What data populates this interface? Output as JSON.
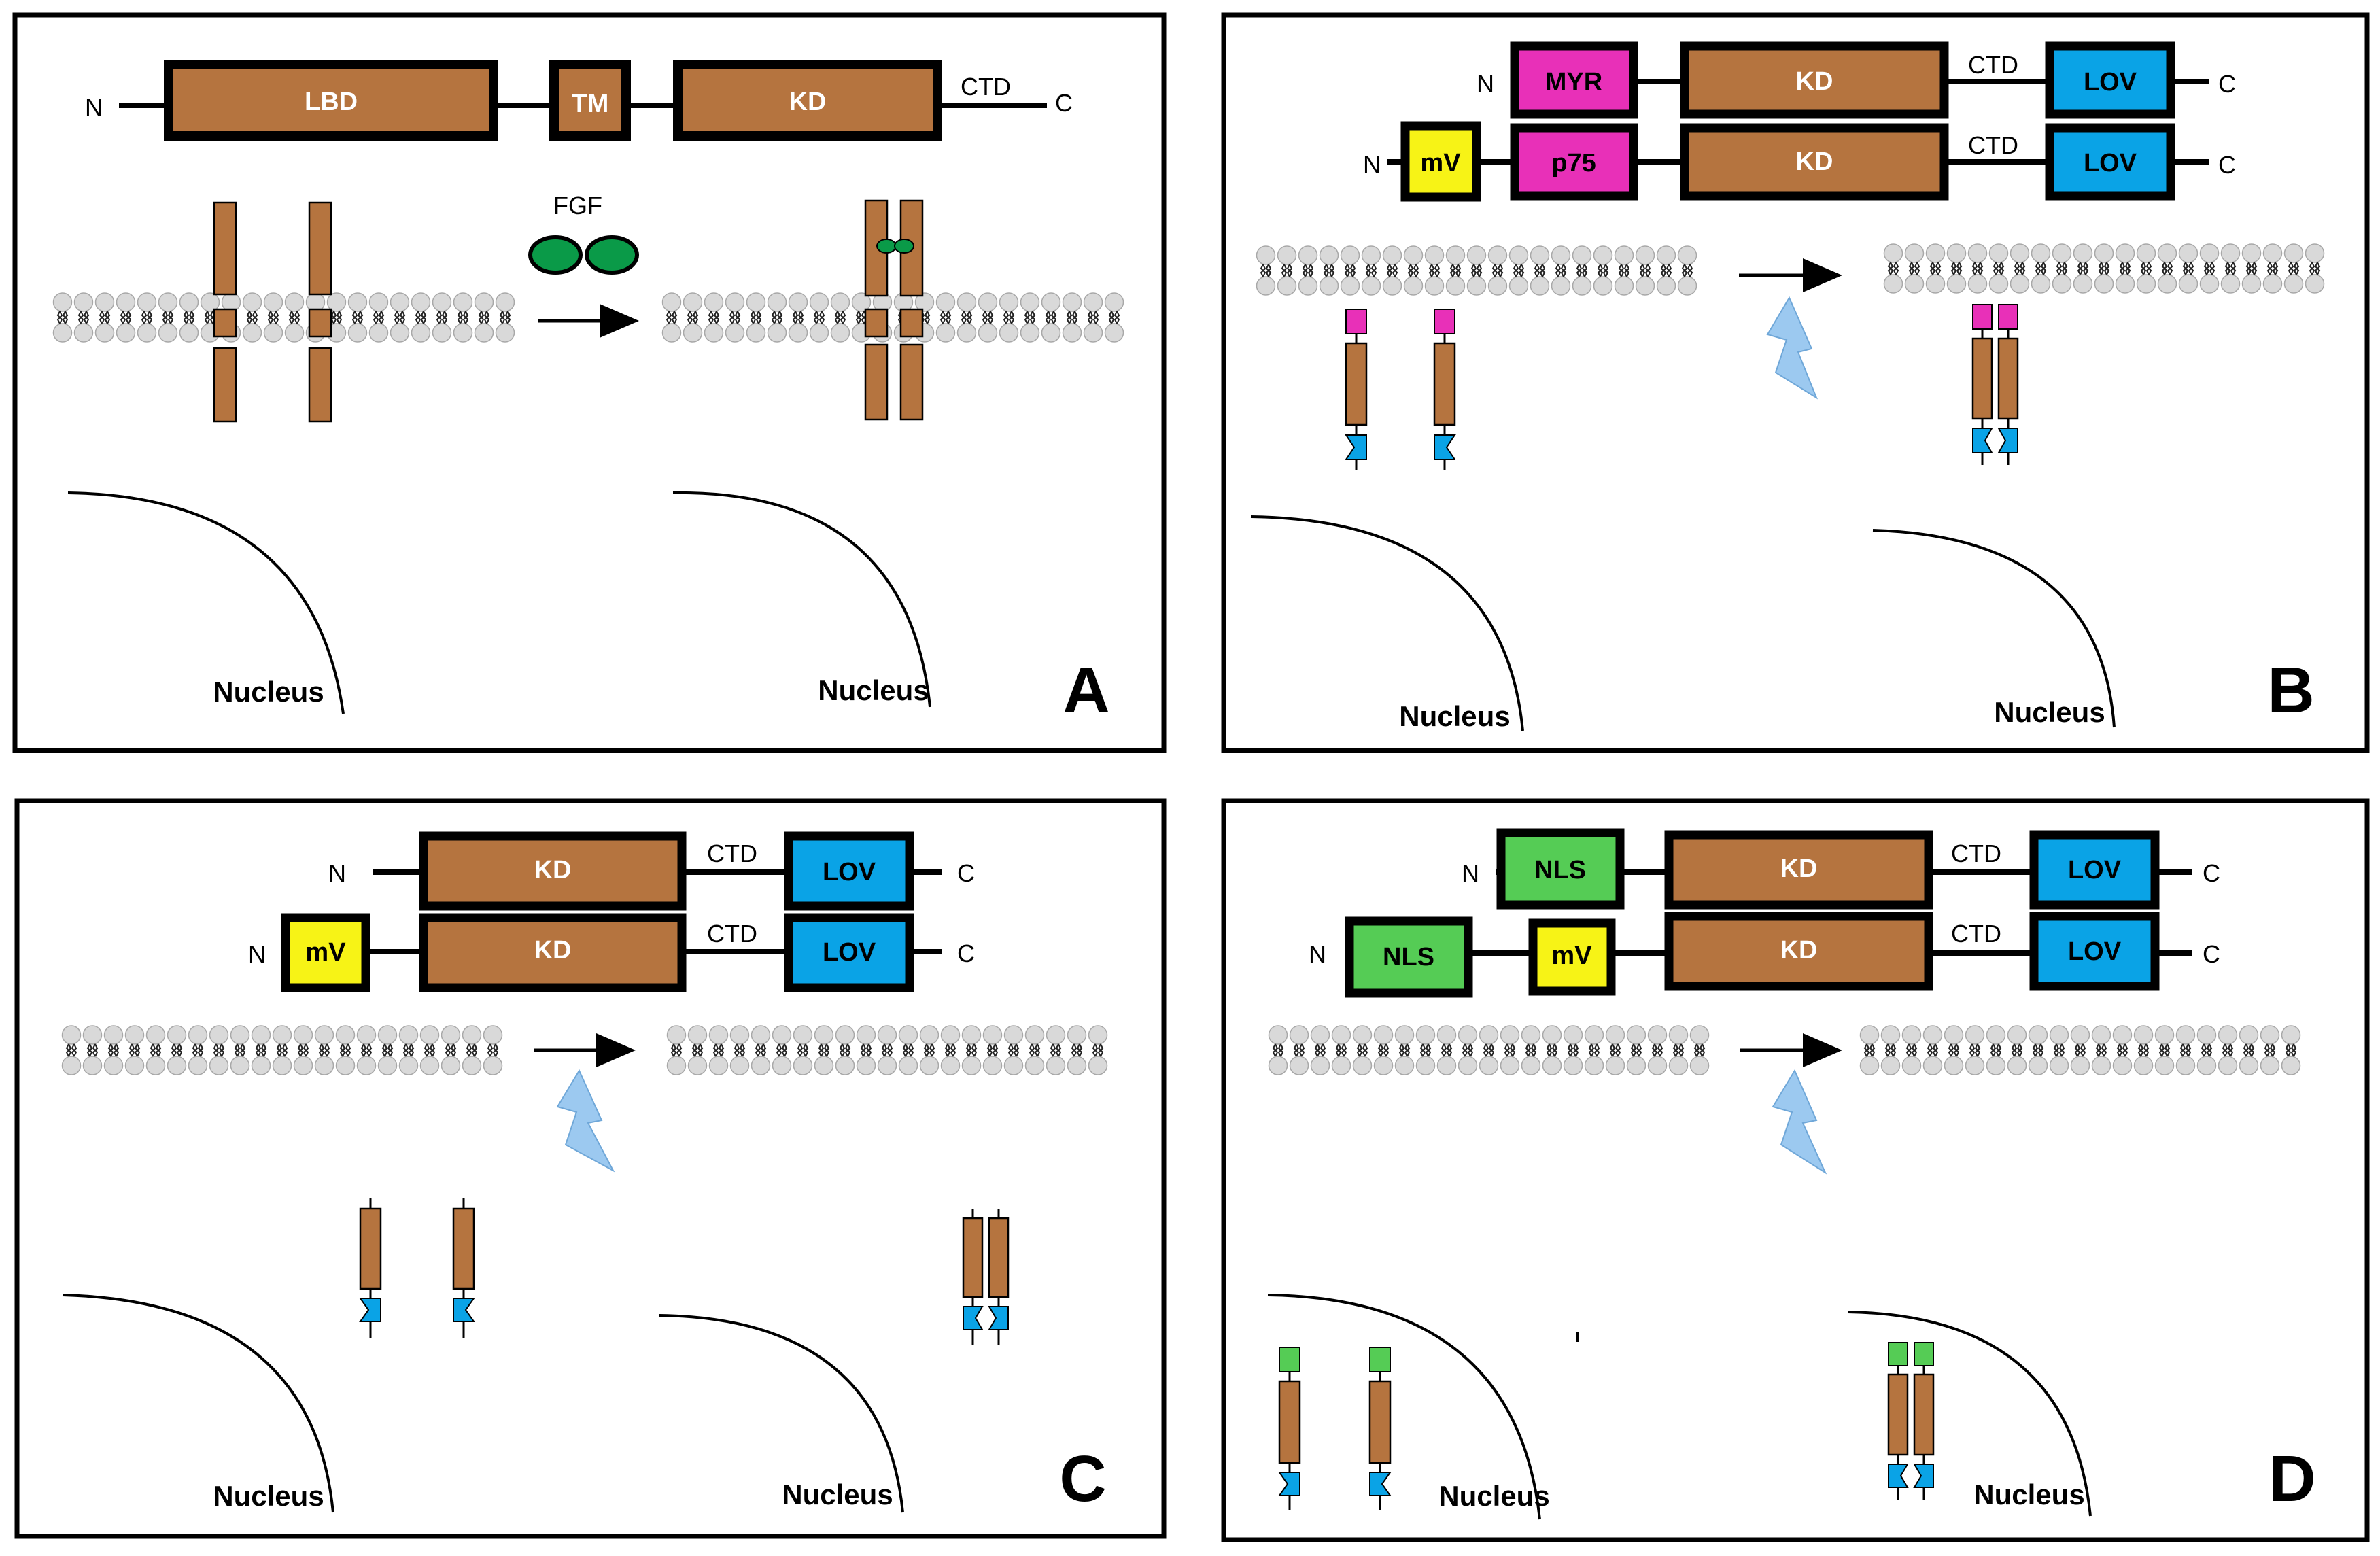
{
  "colors": {
    "kinase_brown": "#b5743f",
    "myr_magenta": "#e830b8",
    "lov_blue": "#0aa3e6",
    "mv_yellow": "#f7f316",
    "nls_green": "#55cc55",
    "fgf_green": "#0a9a48",
    "lipid_head": "#d9d9d9",
    "bolt_blue": "#9cc9f0"
  },
  "panels": [
    {
      "letter": "A",
      "terminals": {
        "n": "N",
        "c": "C",
        "ctd": "CTD"
      },
      "domains": {
        "lbd": "LBD",
        "tm": "TM",
        "kd": "KD"
      },
      "ligand": "FGF",
      "nucleus": [
        "Nucleus",
        "Nucleus"
      ]
    },
    {
      "letter": "B",
      "terminals": {
        "n": "N",
        "c": "C",
        "ctd": "CTD"
      },
      "domains": {
        "myr": "MYR",
        "mv": "mV",
        "p75": "p75",
        "kd": "KD",
        "lov": "LOV"
      },
      "nucleus": [
        "Nucleus",
        "Nucleus"
      ]
    },
    {
      "letter": "C",
      "terminals": {
        "n": "N",
        "c": "C",
        "ctd": "CTD"
      },
      "domains": {
        "mv": "mV",
        "kd": "KD",
        "lov": "LOV"
      },
      "nucleus": [
        "Nucleus",
        "Nucleus"
      ]
    },
    {
      "letter": "D",
      "terminals": {
        "n": "N",
        "c": "C",
        "ctd": "CTD"
      },
      "domains": {
        "nls": "NLS",
        "mv": "mV",
        "kd": "KD",
        "lov": "LOV"
      },
      "nucleus": [
        "Nucleus",
        "Nucleus"
      ]
    }
  ]
}
